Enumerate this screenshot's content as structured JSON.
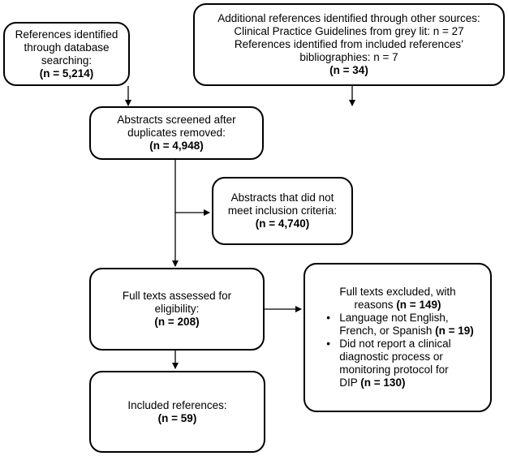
{
  "flowchart": {
    "database_search": {
      "lines": [
        "References identified",
        "through database",
        "searching:"
      ],
      "n": "(n = 5,214)"
    },
    "other_sources": {
      "lines": [
        "Additional references identified through other sources:",
        "Clinical Practice Guidelines from grey lit: n = 27",
        "References identified from included references’",
        "bibliographies: n = 7"
      ],
      "n": "(n = 34)"
    },
    "screened": {
      "lines": [
        "Abstracts screened after",
        "duplicates removed:"
      ],
      "n": "(n = 4,948)"
    },
    "abstract_excluded": {
      "lines": [
        "Abstracts that did not",
        "meet inclusion criteria:"
      ],
      "n": "(n = 4,740)"
    },
    "full_text": {
      "lines": [
        "Full texts assessed for",
        "eligibility:"
      ],
      "n": "(n = 208)"
    },
    "full_text_excluded": {
      "heading_line1": "Full texts excluded, with",
      "heading_line2": "reasons",
      "n": "(n = 149)",
      "reasons": [
        {
          "lines": [
            "Language not English,",
            "French, or Spanish"
          ],
          "n": "(n = 19)"
        },
        {
          "lines": [
            "Did not report a clinical",
            "diagnostic process or",
            "monitoring protocol for",
            "DIP"
          ],
          "n": "(n = 130)"
        }
      ]
    },
    "included": {
      "lines": [
        "Included references:"
      ],
      "n": "(n = 59)"
    }
  }
}
